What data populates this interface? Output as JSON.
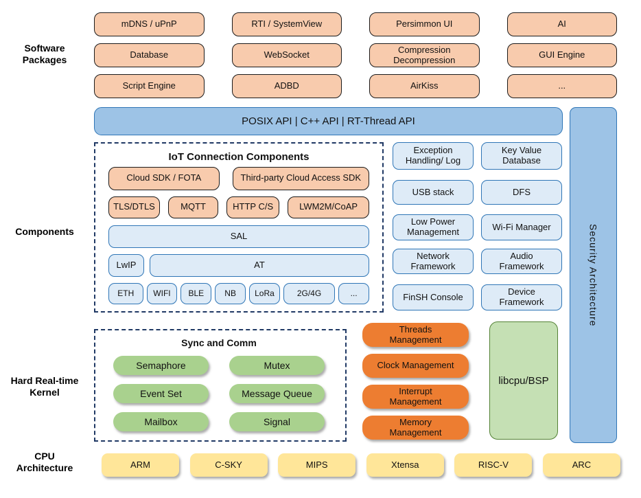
{
  "side_labels": {
    "software_packages": "Software Packages",
    "components": "Components",
    "kernel": "Hard Real-time Kernel",
    "cpu_architecture": "CPU Architecture"
  },
  "software_packages": {
    "items": [
      "mDNS / uPnP",
      "RTI / SystemView",
      "Persimmon UI",
      "AI",
      "Database",
      "WebSocket",
      "Compression\nDecompression",
      "GUI Engine",
      "Script Engine",
      "ADBD",
      "AirKiss",
      "..."
    ]
  },
  "api_bar": {
    "label": "POSIX API | C++ API | RT-Thread API"
  },
  "security_bar": {
    "label": "Security Architecture"
  },
  "iot": {
    "title": "IoT Connection Components",
    "row1": [
      "Cloud SDK / FOTA",
      "Third-party Cloud Access SDK"
    ],
    "row2": [
      "TLS/DTLS",
      "MQTT",
      "HTTP C/S",
      "LWM2M/CoAP"
    ],
    "sal": "SAL",
    "lwip": "LwIP",
    "at": "AT",
    "links": [
      "ETH",
      "WIFI",
      "BLE",
      "NB",
      "LoRa",
      "2G/4G",
      "..."
    ]
  },
  "components": {
    "col_a": [
      "Exception\nHandling/ Log",
      "USB stack",
      "Low Power\nManagement",
      "Network\nFramework",
      "FinSH Console"
    ],
    "col_b": [
      "Key Value\nDatabase",
      "DFS",
      "Wi-Fi Manager",
      "Audio\nFramework",
      "Device\nFramework"
    ]
  },
  "kernel": {
    "sync_title": "Sync and Comm",
    "sync_items": [
      "Semaphore",
      "Mutex",
      "Event Set",
      "Message Queue",
      "Mailbox",
      "Signal"
    ],
    "management": [
      "Threads\nManagement",
      "Clock Management",
      "Interrupt\nManagement",
      "Memory\nManagement"
    ],
    "libcpu": "libcpu/BSP"
  },
  "cpu": {
    "items": [
      "ARM",
      "C-SKY",
      "MIPS",
      "Xtensa",
      "RISC-V",
      "ARC"
    ]
  },
  "colors": {
    "peach": "#F8CBAD",
    "blue": "#9DC3E6",
    "lightblue": "#DEEBF7",
    "green": "#A9D18E",
    "lightgreen": "#C5E0B4",
    "orange": "#ED7D31",
    "yellow": "#FFE699",
    "navy": "#1F3864",
    "border-blue": "#2E75B6",
    "border-green": "#538135",
    "border-dark": "#1a1a1a"
  }
}
